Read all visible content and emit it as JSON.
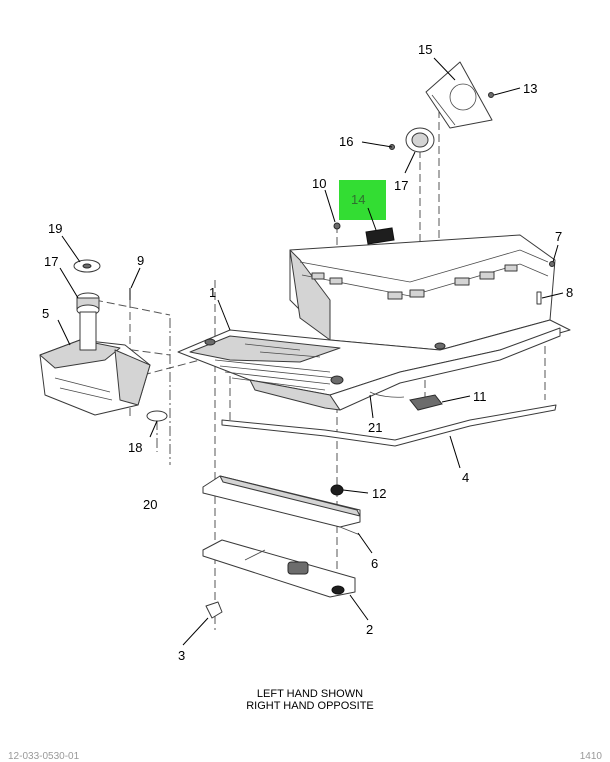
{
  "highlight_color": "#33dd33",
  "callouts": {
    "c1": "1",
    "c2": "2",
    "c3": "3",
    "c4": "4",
    "c5": "5",
    "c6": "6",
    "c7": "7",
    "c8": "8",
    "c9": "9",
    "c10": "10",
    "c11": "11",
    "c12": "12",
    "c13": "13",
    "c14": "14",
    "c15": "15",
    "c16": "16",
    "c17a": "17",
    "c17b": "17",
    "c18": "18",
    "c19": "19",
    "c20": "20",
    "c21": "21"
  },
  "note": {
    "line1": "LEFT HAND SHOWN",
    "line2": "RIGHT HAND OPPOSITE"
  },
  "footer": {
    "left": "12-033-0530-01",
    "right": "1410"
  }
}
